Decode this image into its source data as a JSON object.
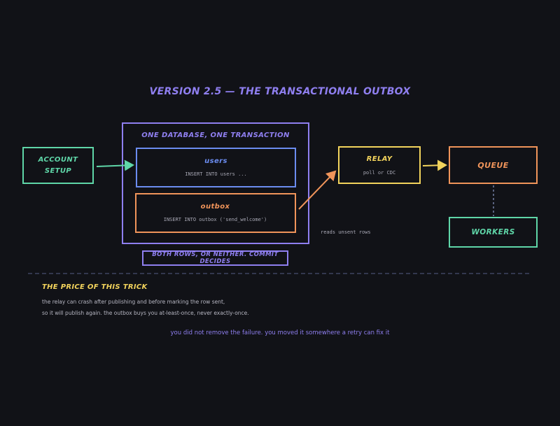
{
  "title": "VERSION 2.5 — THE TRANSACTIONAL OUTBOX",
  "account_setup": "ACCOUNT SETUP",
  "transaction": {
    "label": "ONE DATABASE, ONE TRANSACTION",
    "users_title": "users",
    "users_sql": "INSERT INTO users ...",
    "outbox_title": "outbox",
    "outbox_sql": "INSERT INTO outbox ('send_welcome')",
    "footer": "BOTH ROWS, OR NEITHER. COMMIT DECIDES"
  },
  "relay": {
    "title": "RELAY",
    "sub": "poll or CDC",
    "reads_note": "reads unsent rows"
  },
  "queue": "QUEUE",
  "workers": "WORKERS",
  "price": {
    "heading": "THE PRICE OF THIS TRICK",
    "line1": "the relay can crash after publishing and before marking the row sent,",
    "line2": "so it will publish again. the outbox buys you at-least-once, never exactly-once.",
    "closing": "you did not remove the failure. you moved it somewhere a retry can fix it"
  },
  "colors": {
    "background": "#111217",
    "purple": "#8f7ff0",
    "green": "#5fd6a8",
    "blue": "#6b8cf0",
    "orange": "#f0945a",
    "yellow": "#f2d35c",
    "gray": "#a9a9b6"
  }
}
